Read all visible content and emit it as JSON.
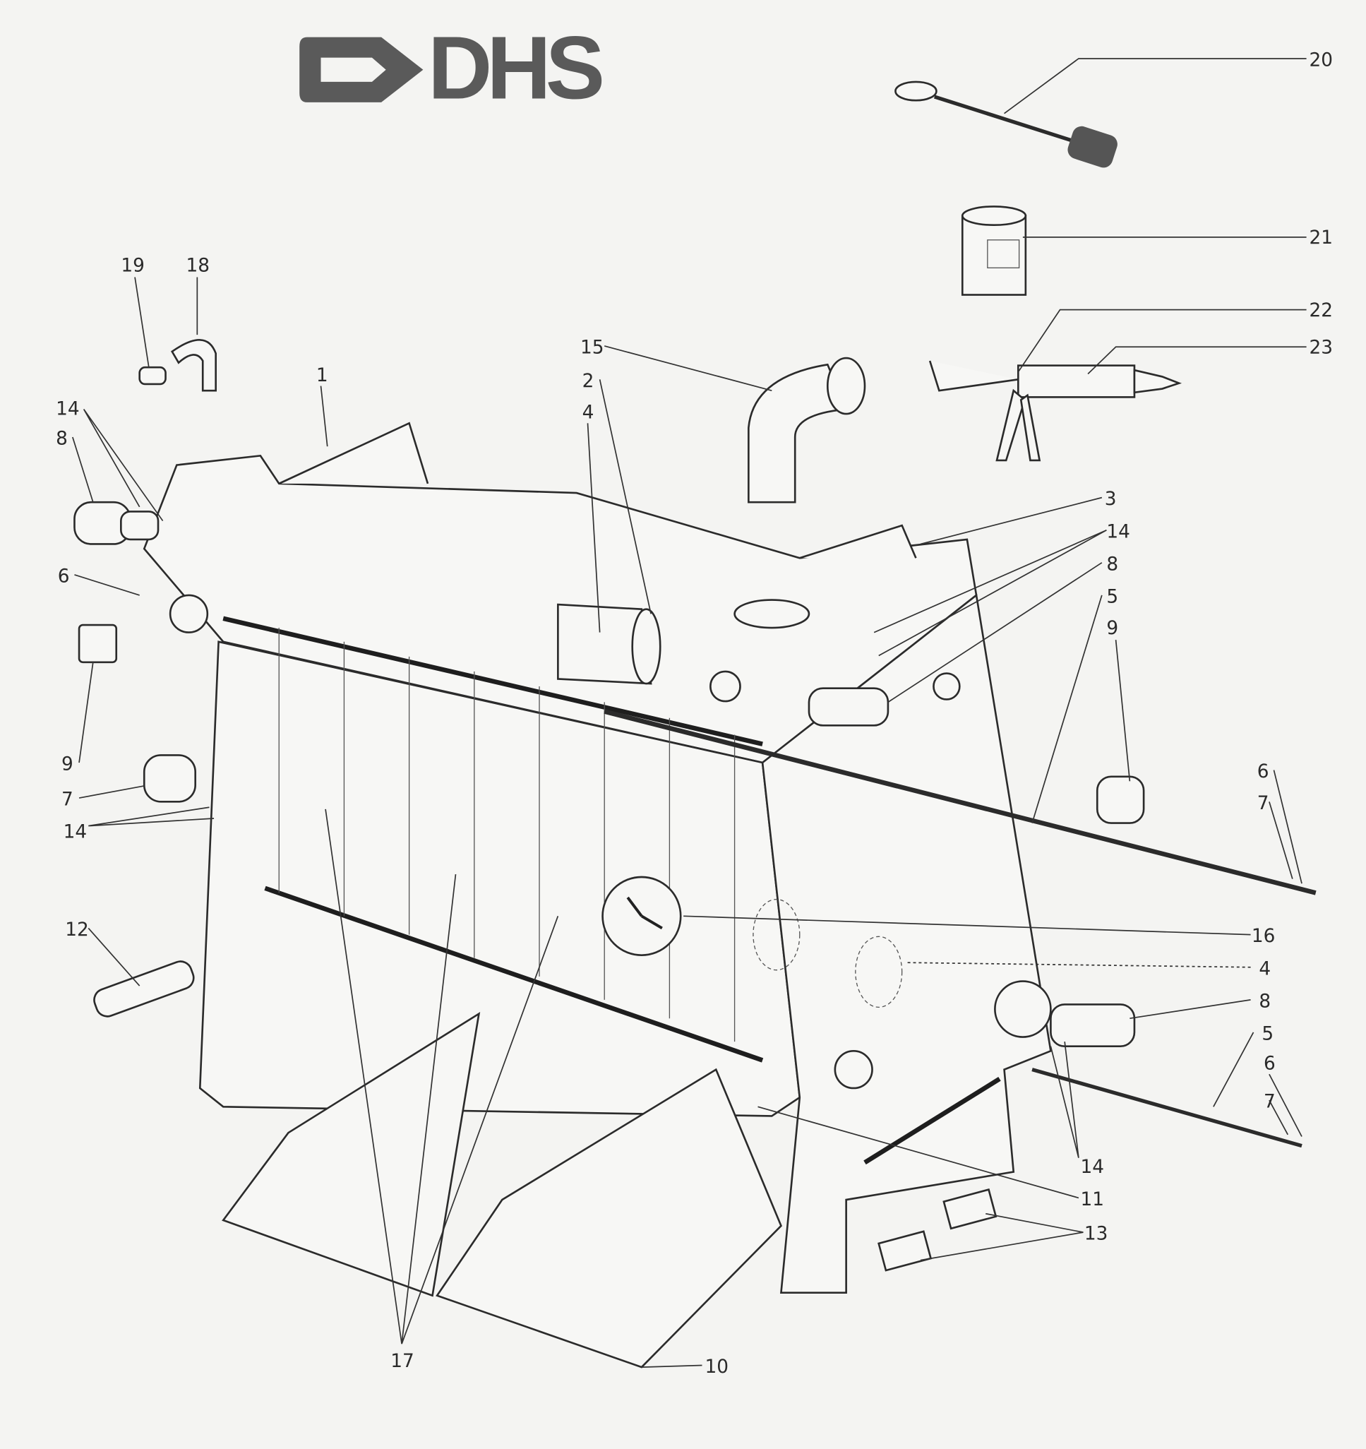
{
  "logo": {
    "text": "DHS"
  },
  "colors": {
    "ink": "#2b2b2b",
    "paper": "#f4f4f2",
    "logo": "#5a5a5a"
  },
  "callouts": [
    "20",
    "21",
    "22",
    "23",
    "19",
    "18",
    "1",
    "15",
    "2",
    "4",
    "14",
    "8",
    "6",
    "9",
    "7",
    "14",
    "12",
    "3",
    "14",
    "8",
    "5",
    "9",
    "6",
    "7",
    "16",
    "4",
    "8",
    "5",
    "6",
    "7",
    "14",
    "11",
    "13",
    "17",
    "10"
  ]
}
